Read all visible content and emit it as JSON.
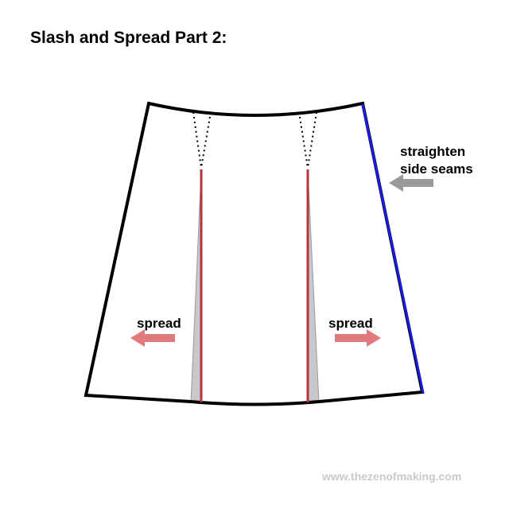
{
  "title": "Slash and Spread Part 2:",
  "labels": {
    "straighten_line1": "straighten",
    "straighten_line2": "side seams",
    "spread_left": "spread",
    "spread_right": "spread"
  },
  "watermark": "www.thezenofmaking.com",
  "colors": {
    "outline": "#000000",
    "side_seam": "#1a1ae6",
    "slash_line": "#b5353a",
    "spread_wedge": "#c8c8c8",
    "spread_arrow": "#e07a7d",
    "straighten_arrow": "#9a9a9a",
    "watermark": "#c9c9c9"
  },
  "icons": {
    "spread_left": "arrow-left-icon",
    "spread_right": "arrow-right-icon",
    "straighten": "arrow-left-icon"
  }
}
